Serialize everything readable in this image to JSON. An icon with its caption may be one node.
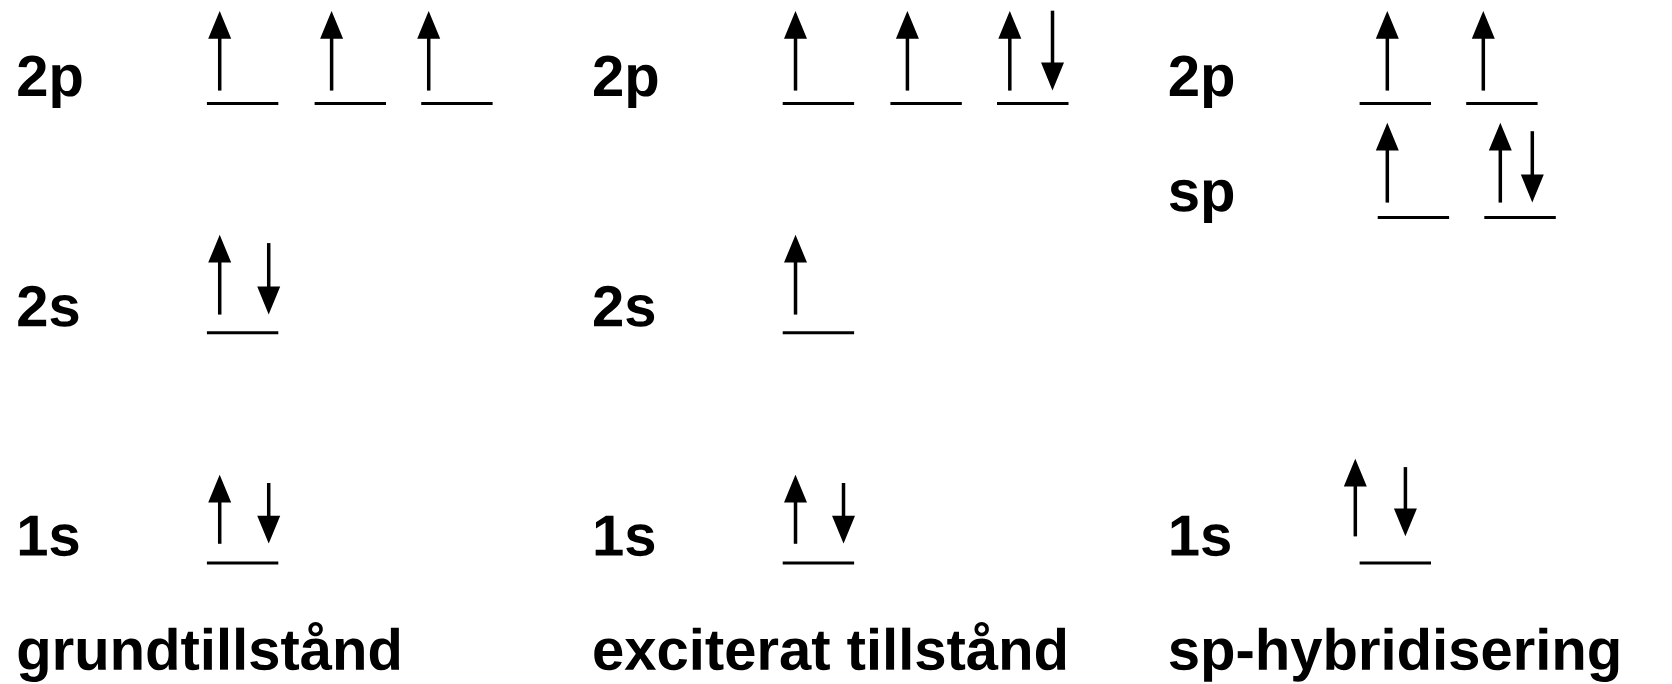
{
  "diagram": {
    "labels": [
      "2p",
      "2p",
      "2p",
      "sp",
      "2s",
      "2s",
      "1s",
      "1s",
      "1s",
      "grundtillstånd",
      "exciterat tillstånd",
      "sp-hybridisering"
    ]
  }
}
